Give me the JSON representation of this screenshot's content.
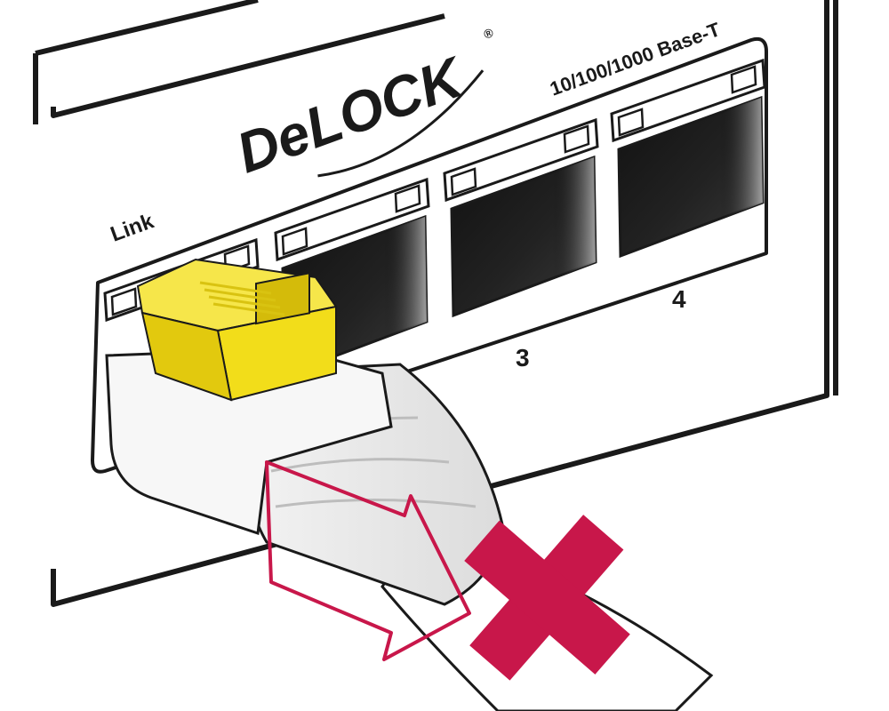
{
  "brand": {
    "logo_text": "DeLOCK",
    "registered_mark": "®"
  },
  "panel": {
    "link_label": "Link",
    "speed_label": "10/100/1000 Base-T"
  },
  "ports": [
    {
      "number": "",
      "state": "locked"
    },
    {
      "number": "",
      "state": "empty"
    },
    {
      "number": "3",
      "state": "empty"
    },
    {
      "number": "4",
      "state": "empty"
    }
  ],
  "colors": {
    "lock_clip": "#f2dd1a",
    "forbidden_mark": "#c8174a",
    "arrow_outline": "#c8174a",
    "cable": "#ffffff",
    "outline": "#1a1a1a"
  },
  "icons": {
    "pull_direction": "arrow-right-icon",
    "forbidden": "cross-icon"
  }
}
